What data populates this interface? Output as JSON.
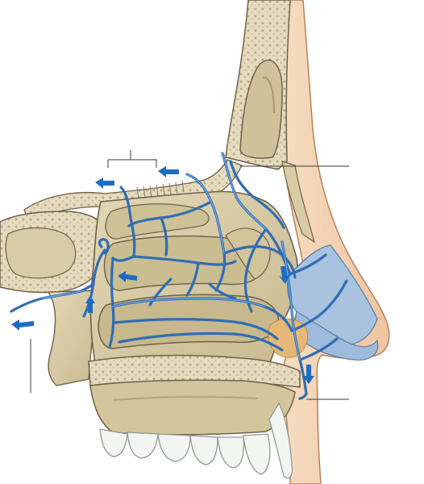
{
  "figure": {
    "colors": {
      "skin": "#f1cfae",
      "skin_outline": "#b8805a",
      "bone": "#ddd1ad",
      "bone_dark": "#b9ab82",
      "bone_outline": "#6d624a",
      "cancellous": "#e7dcc3",
      "turbinate": "#cbbd93",
      "cartilage": "#a9c3df",
      "fat": "#e6b877",
      "tooth": "#f3f5f3",
      "vein": "#2f6db5",
      "arrow": "#1f6cc4",
      "leader": "#3a3a3a"
    },
    "arrows": [
      {
        "name": "arrow-left-upper",
        "direction": "left"
      },
      {
        "name": "arrow-left-upper-second",
        "direction": "left"
      },
      {
        "name": "arrow-posterior-exit",
        "direction": "left"
      },
      {
        "name": "arrow-middle-left",
        "direction": "left"
      },
      {
        "name": "arrow-inferior-up",
        "direction": "up"
      },
      {
        "name": "arrow-anterior-down",
        "direction": "down"
      },
      {
        "name": "arrow-vestibule-down",
        "direction": "down"
      }
    ],
    "leader_lines": [
      "bracket-top",
      "leader-right-upper",
      "leader-left-lower",
      "leader-right-lower"
    ]
  }
}
